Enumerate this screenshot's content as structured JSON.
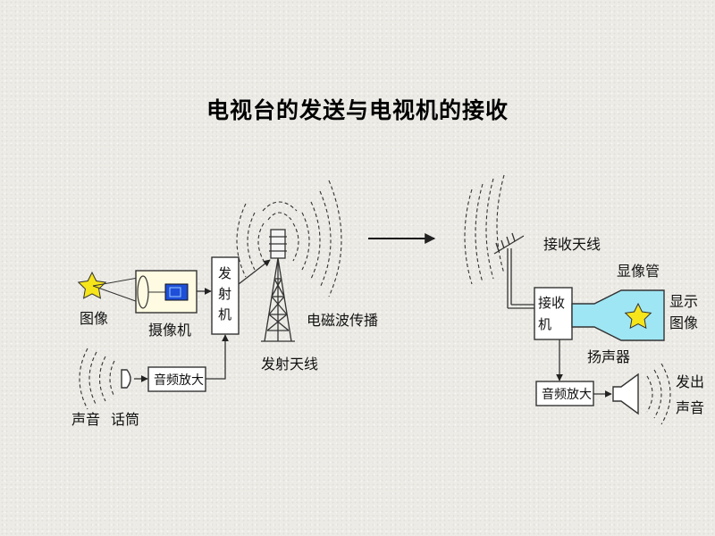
{
  "title": "电视台的发送与电视机的接收",
  "transmitter": {
    "image_label": "图像",
    "camera_label": "摄像机",
    "transmitter_label": [
      "发",
      "射",
      "机"
    ],
    "audio_amp_label": "音频放大",
    "sound_label": "声音",
    "microphone_label": "话筒",
    "antenna_label": "发射天线",
    "propagation_label": "电磁波传播"
  },
  "receiver": {
    "antenna_label": "接收天线",
    "receiver_label": [
      "接收",
      "机"
    ],
    "crt_label": "显像管",
    "display_label": [
      "显示",
      "图像"
    ],
    "speaker_label": "扬声器",
    "audio_amp_label": "音频放大",
    "sound_out_label": [
      "发出",
      "声音"
    ]
  },
  "colors": {
    "star": "#f6e51a",
    "lens_box": "#fffbe2",
    "camera_sensor": "#1f4fd8",
    "crt_screen": "#9fe6f4"
  }
}
